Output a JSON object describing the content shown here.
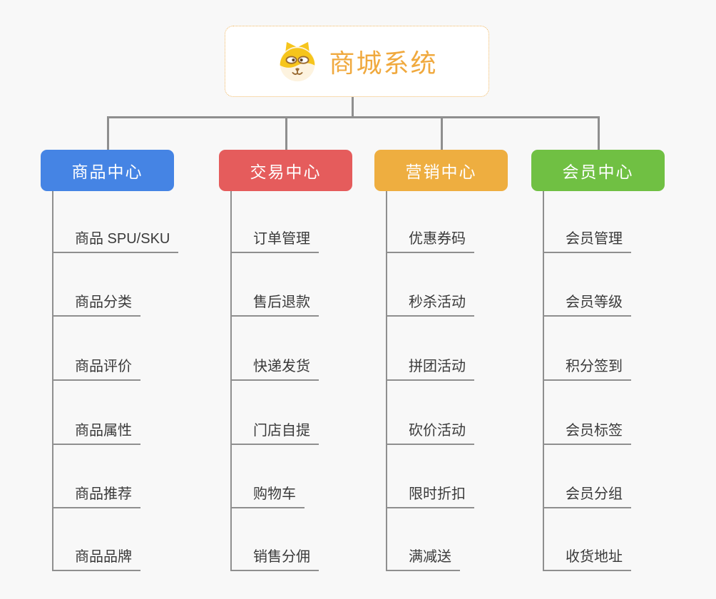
{
  "page": {
    "background": "#f8f8f8",
    "connector_color": "#8f8f8f"
  },
  "root": {
    "title": "商城系统",
    "icon": "shiba-dog-icon",
    "accent_color": "#f0a93e",
    "border_color": "#f0b863"
  },
  "branches": [
    {
      "label": "商品中心",
      "color": "#4584e4",
      "children": [
        "商品 SPU/SKU",
        "商品分类",
        "商品评价",
        "商品属性",
        "商品推荐",
        "商品品牌"
      ]
    },
    {
      "label": "交易中心",
      "color": "#e55c5c",
      "children": [
        "订单管理",
        "售后退款",
        "快递发货",
        "门店自提",
        "购物车",
        "销售分佣"
      ]
    },
    {
      "label": "营销中心",
      "color": "#eeae40",
      "children": [
        "优惠券码",
        "秒杀活动",
        "拼团活动",
        "砍价活动",
        "限时折扣",
        "满减送"
      ]
    },
    {
      "label": "会员中心",
      "color": "#70c043",
      "children": [
        "会员管理",
        "会员等级",
        "积分签到",
        "会员标签",
        "会员分组",
        "收货地址"
      ]
    }
  ]
}
